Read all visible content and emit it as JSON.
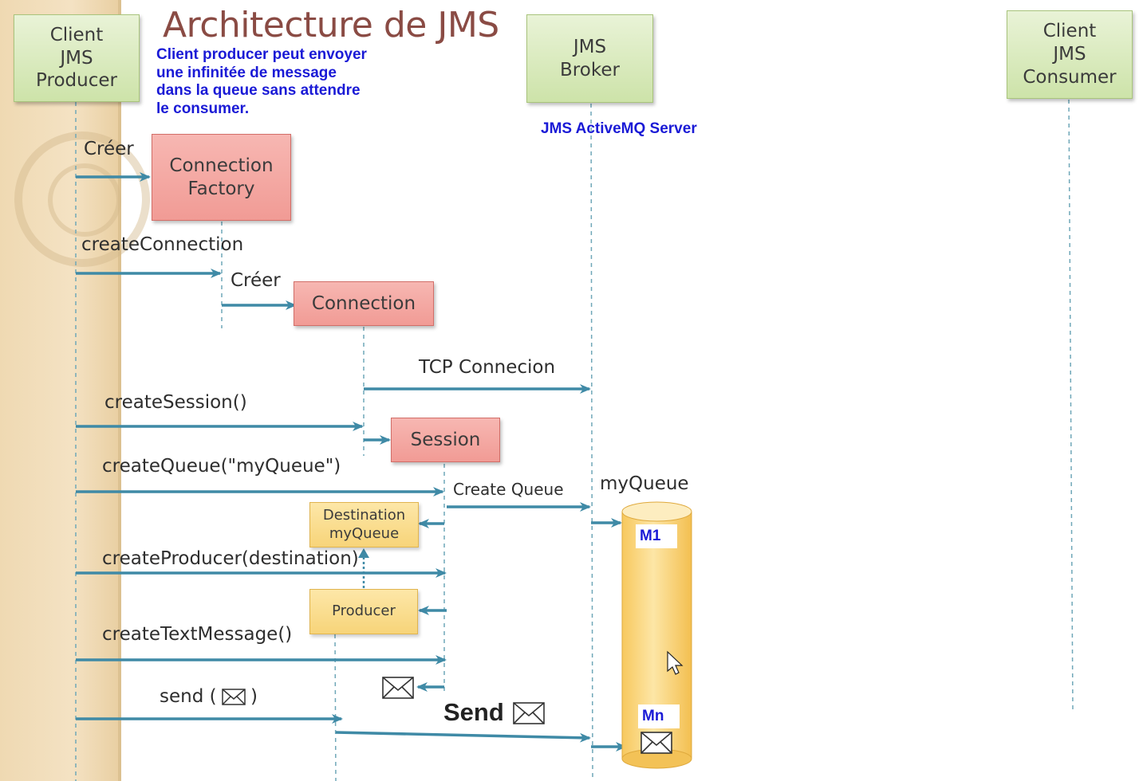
{
  "title": "Architecture de JMS",
  "note": "Client producer peut envoyer\nune infinitée de message\ndans la queue sans attendre\nle consumer.",
  "server_label": "JMS ActiveMQ Server",
  "lifelines": {
    "producer": "Client\nJMS\nProducer",
    "broker": "JMS\nBroker",
    "consumer": "Client\nJMS\nConsumer"
  },
  "objects": {
    "connection_factory": "Connection\nFactory",
    "connection": "Connection",
    "session": "Session",
    "destination": "Destination\nmyQueue",
    "producer": "Producer"
  },
  "messages": {
    "creer1": "Créer",
    "create_connection": "createConnection",
    "creer2": "Créer",
    "tcp": "TCP Connecion",
    "create_session": "createSession()",
    "create_queue": "createQueue(\"myQueue\")",
    "create_queue_broker": "Create Queue",
    "create_producer": "createProducer(destination)",
    "create_text_message": "createTextMessage()",
    "send_prefix": "send (",
    "send_suffix": ")",
    "send_big": "Send"
  },
  "queue": {
    "name": "myQueue",
    "first": "M1",
    "last": "Mn"
  },
  "colors": {
    "arrow": "#3f8aa6",
    "note_text": "#1a1ad6",
    "title": "#8a4b44"
  }
}
